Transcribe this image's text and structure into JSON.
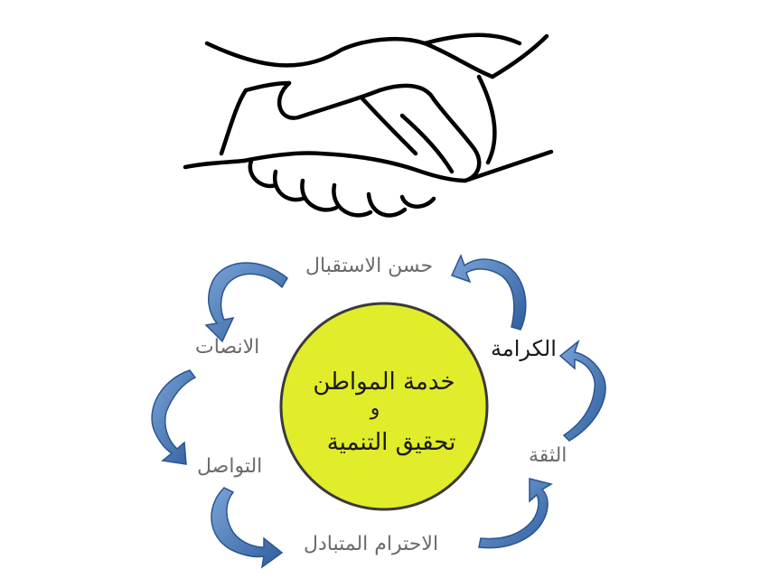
{
  "center": {
    "line1": "خدمة المواطن",
    "line2": "و",
    "line3": "تحقيق التنمية",
    "fill_color": "#e1ec2a",
    "stroke_color": "#3a3a3a"
  },
  "cycle": [
    {
      "key": "reception",
      "label": "حسن الاستقبال"
    },
    {
      "key": "dignity",
      "label": "الكرامة"
    },
    {
      "key": "trust",
      "label": "الثقة"
    },
    {
      "key": "respect",
      "label": "الاحترام المتبادل"
    },
    {
      "key": "communication",
      "label": "التواصل"
    },
    {
      "key": "listening",
      "label": "الانصات"
    }
  ],
  "arrow_color": "#4a7ab8",
  "icon": "handshake-icon"
}
